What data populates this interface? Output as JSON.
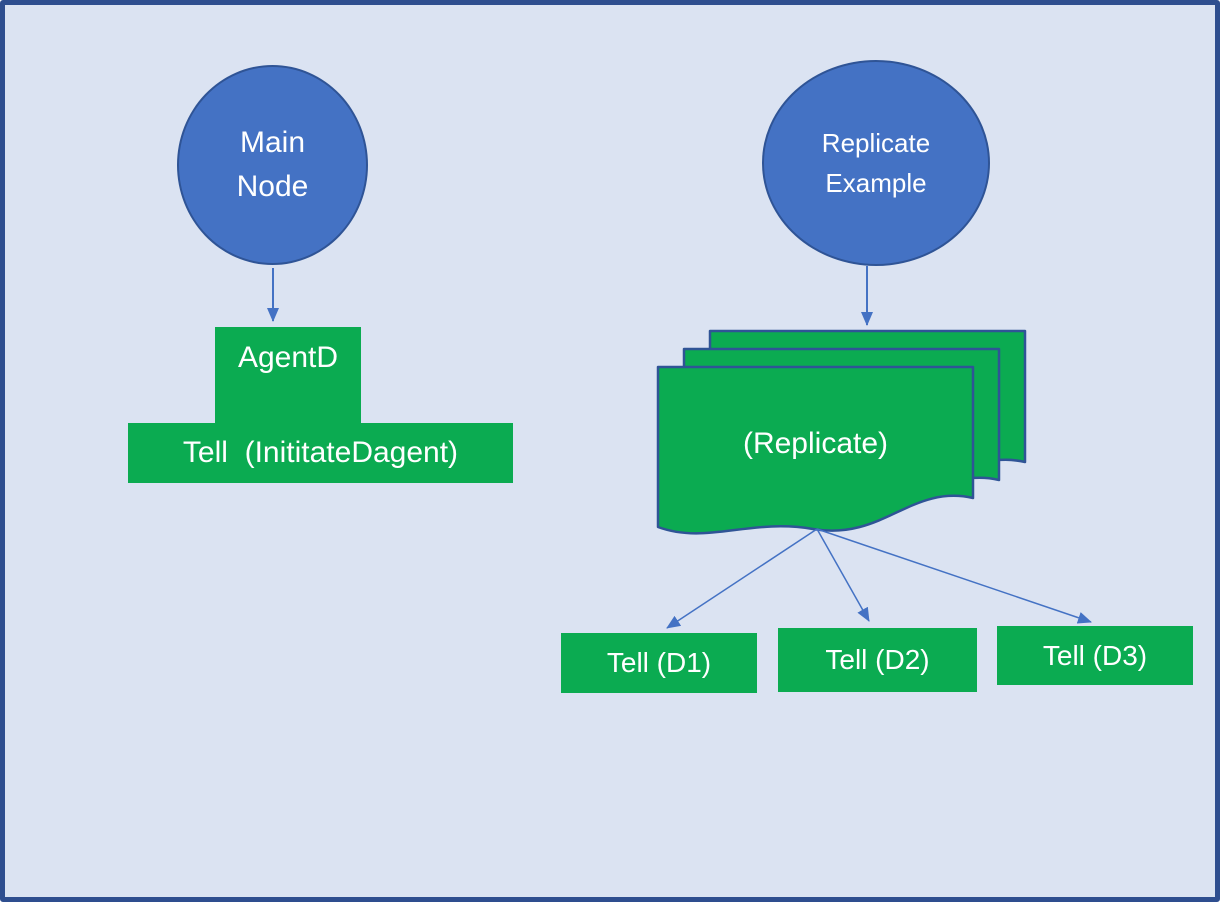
{
  "diagram": {
    "colors": {
      "background": "#dbe3f2",
      "frame_border": "#2e4e8f",
      "circle_fill": "#4472c4",
      "circle_stroke": "#2f5496",
      "green_fill": "#0bab51",
      "document_stroke": "#2f5496",
      "arrow": "#4472c4",
      "label_text": "#ffffff"
    },
    "left_flow": {
      "circle": {
        "line1": "Main",
        "line2": "Node"
      },
      "agent_box_label": "AgentD",
      "tell_box_label": "Tell  (InititateDagent)"
    },
    "right_flow": {
      "circle": {
        "line1": "Replicate",
        "line2": "Example"
      },
      "document_label": "(Replicate)",
      "tell_boxes": [
        {
          "label": "Tell (D1)"
        },
        {
          "label": "Tell (D2)"
        },
        {
          "label": "Tell (D3)"
        }
      ]
    }
  }
}
